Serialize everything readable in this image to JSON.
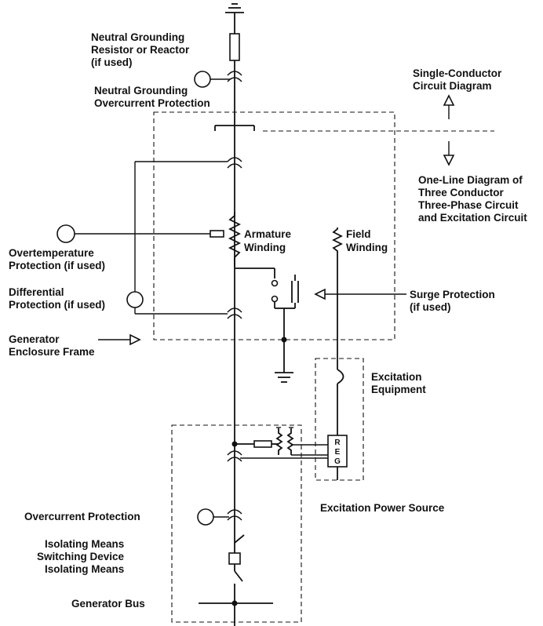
{
  "labels": {
    "neutral_grounding_resistor_1": "Neutral Grounding",
    "neutral_grounding_resistor_2": "Resistor or Reactor",
    "neutral_grounding_resistor_3": "(if used)",
    "neutral_grounding_oc_1": "Neutral Grounding",
    "neutral_grounding_oc_2": "Overcurrent Protection",
    "single_conductor_1": "Single-Conductor",
    "single_conductor_2": "Circuit Diagram",
    "one_line_1": "One-Line Diagram of",
    "one_line_2": "Three Conductor",
    "one_line_3": "Three-Phase Circuit",
    "one_line_4": "and Excitation Circuit",
    "armature_1": "Armature",
    "armature_2": "Winding",
    "field_1": "Field",
    "field_2": "Winding",
    "overtemp_1": "Overtemperature",
    "overtemp_2": "Protection (if used)",
    "differential_1": "Differential",
    "differential_2": "Protection (if used)",
    "surge_1": "Surge Protection",
    "surge_2": "(if used)",
    "enclosure_1": "Generator",
    "enclosure_2": "Enclosure Frame",
    "excitation_equipment_1": "Excitation",
    "excitation_equipment_2": "Equipment",
    "excitation_power": "Excitation Power Source",
    "overcurrent": "Overcurrent Protection",
    "isolating_1": "Isolating Means",
    "switching": "Switching Device",
    "isolating_2": "Isolating Means",
    "generator_bus": "Generator Bus",
    "reg_r": "R",
    "reg_e": "E",
    "reg_g": "G"
  }
}
